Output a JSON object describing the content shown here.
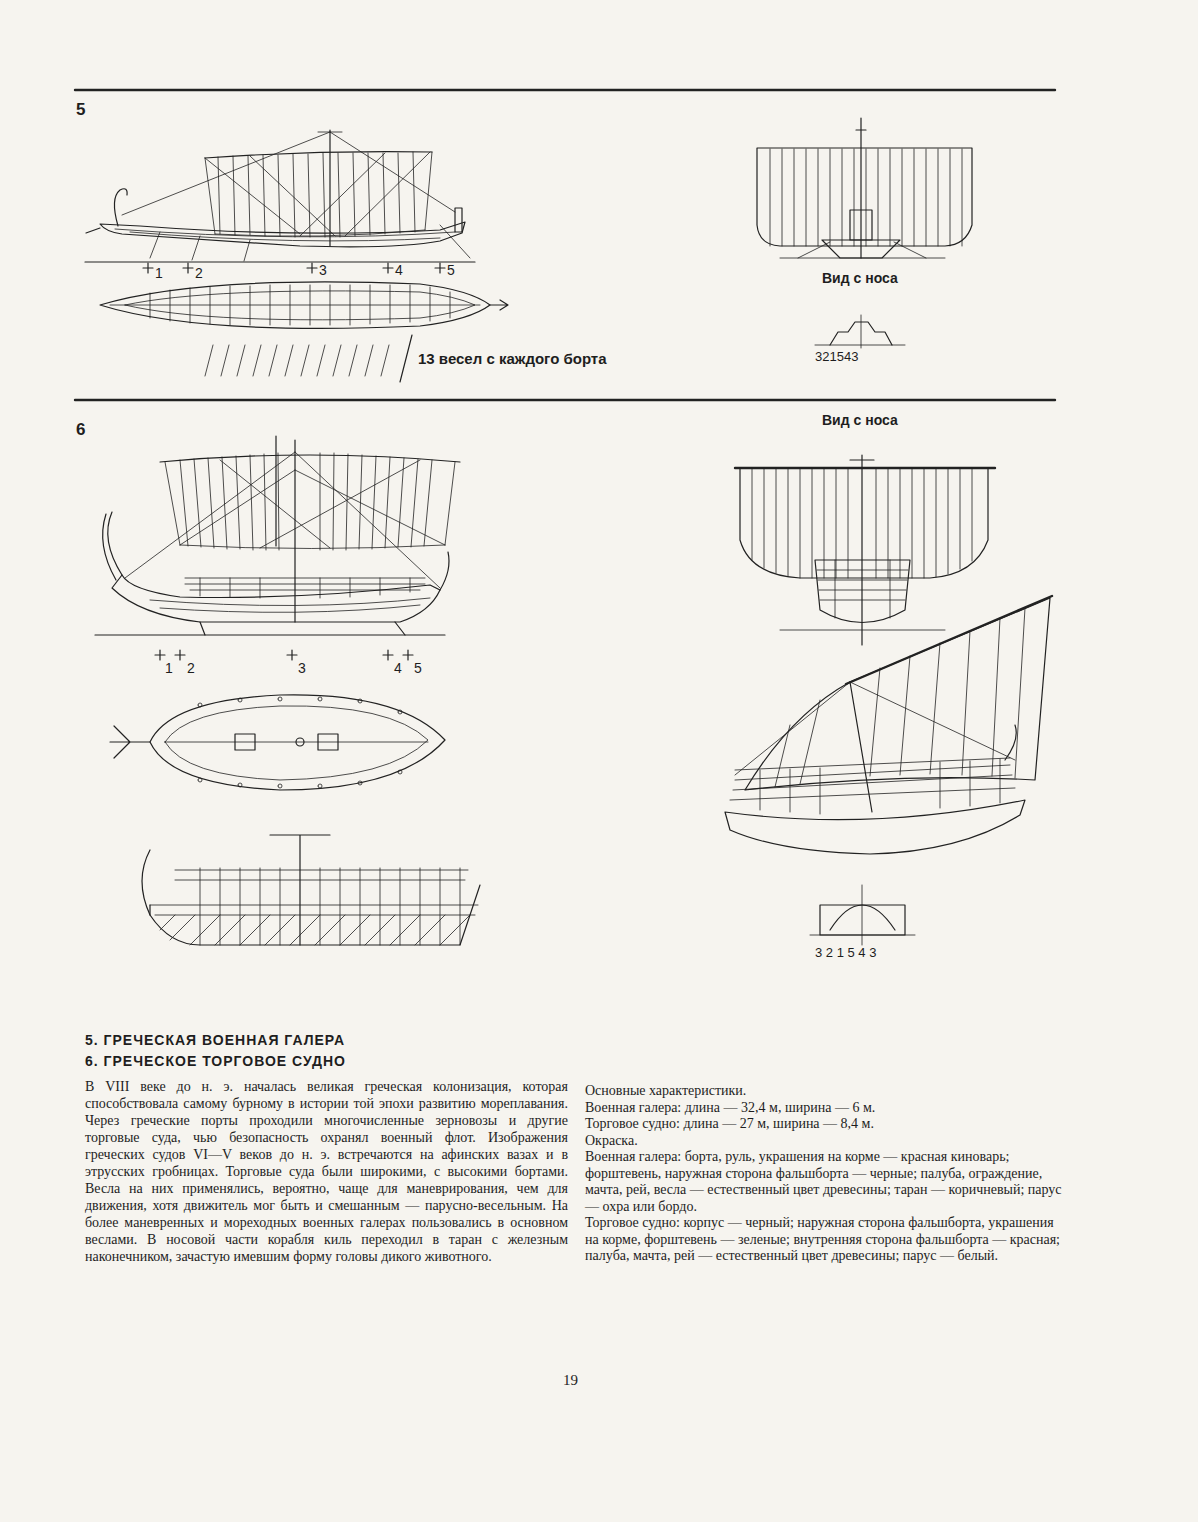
{
  "diagram": {
    "labels": [
      "5",
      "1",
      "2",
      "3",
      "4",
      "5",
      "Вид с носа",
      "321543",
      "13 весел с каждого борта",
      "6",
      "Вид с носа",
      "1",
      "2",
      "3",
      "4",
      "5",
      "3 2 1 5 4 3",
      "5. ГРЕЧЕСКАЯ ВОЕННАЯ ГАЛЕРА",
      "6. ГРЕЧЕСКОЕ ТОРГОВОЕ СУДНО",
      "В VIII веке до н. э. началась великая греческая колонизация, которая способствовала самому бурному в истории той эпохи развитию мореплавания. Через греческие порты проходили многочисленные зерновозы и другие торговые суда, чью безопасность охранял военный флот. Изображения греческих судов VI—V веков до н. э. встречаются на афинских вазах и в этрусских гробницах. Торговые суда были широкими, с высокими бортами. Весла на них применялись, вероятно, чаще для маневрирования, чем для движения, хотя движитель мог быть и смешанным — парусно-весельным. На более маневренных и мореходных военных галерах пользовались в основном веслами. В носовой части корабля киль переходил в таран с железным наконечником, зачастую имевшим форму головы дикого животного.",
      "Основные характеристики.",
      "Военная галера: длина — 32,4 м, ширина — 6 м.",
      "Торговое судно: длина — 27 м, ширина — 8,4 м.",
      "Окраска.",
      "Военная галера: борта, руль, украшения на корме — красная киноварь; форштевень, наружная сторона фальшборта — черные; палуба, ограждение, мачта, рей, весла — естественный цвет древесины; таран — коричневый; парус — охра или бордо.",
      "Торговое судно: корпус — черный; наружная сторона фальшборта, украшения на корме, форштевень — зеленые; внутренняя сторона фальшборта — красная; палуба, мачта, рей — естественный цвет древесины; парус — белый.",
      "19"
    ]
  }
}
